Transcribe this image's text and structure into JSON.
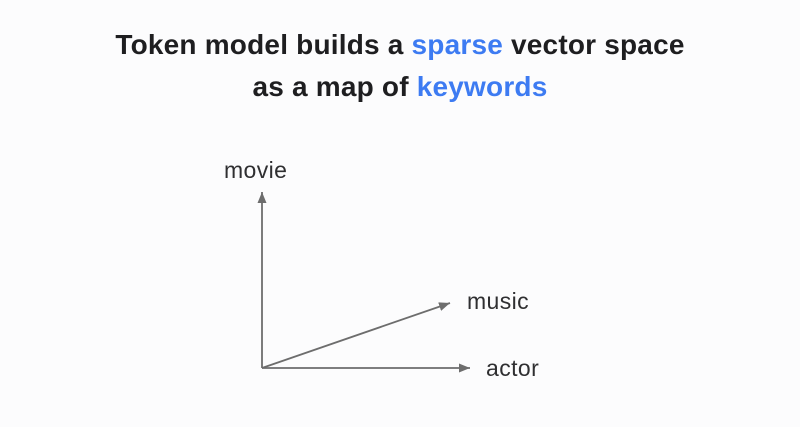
{
  "page": {
    "background_color": "#fcfcfd"
  },
  "title": {
    "line1": [
      {
        "text": "Token model builds a ",
        "highlight": false
      },
      {
        "text": "sparse",
        "highlight": true
      },
      {
        "text": " vector space",
        "highlight": false
      }
    ],
    "line2": [
      {
        "text": "as a map of ",
        "highlight": false
      },
      {
        "text": "keywords",
        "highlight": true
      }
    ],
    "text_color": "#1e1e20",
    "highlight_color": "#3d7bf2"
  },
  "diagram": {
    "type": "vector-space-axes",
    "arrow_color": "#6d6d6d",
    "label_color": "#2f2f31",
    "axes": [
      {
        "label": "movie",
        "direction": "up"
      },
      {
        "label": "music",
        "direction": "up-right-diagonal"
      },
      {
        "label": "actor",
        "direction": "right"
      }
    ]
  }
}
